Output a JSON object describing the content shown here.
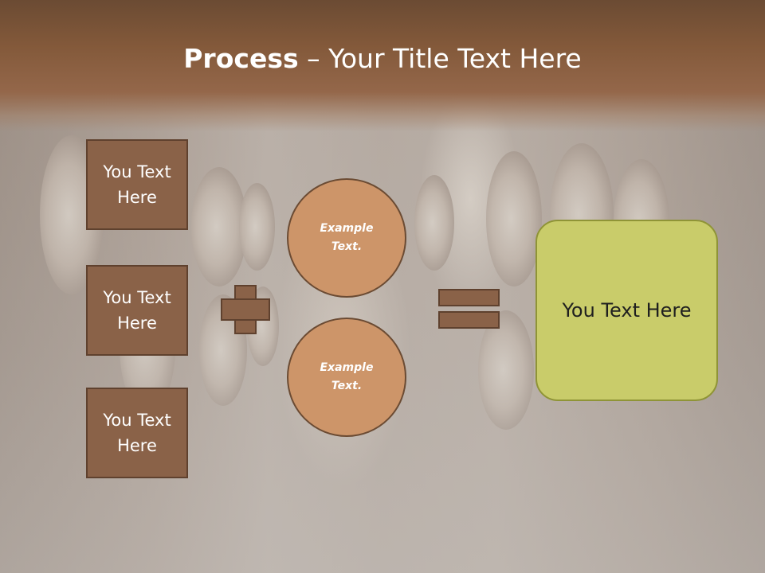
{
  "slide": {
    "title_bold": "Process",
    "title_rest": " – Your Title Text Here",
    "boxes": [
      "You Text Here",
      "You Text Here",
      "You Text Here"
    ],
    "circles": [
      "Example Text.",
      "Example Text."
    ],
    "result": "You Text Here"
  },
  "colors": {
    "header_brown": "#83593a",
    "box_brown": "#8a6248",
    "circle_tan": "#cd9569",
    "result_green": "#c9cc6a"
  }
}
